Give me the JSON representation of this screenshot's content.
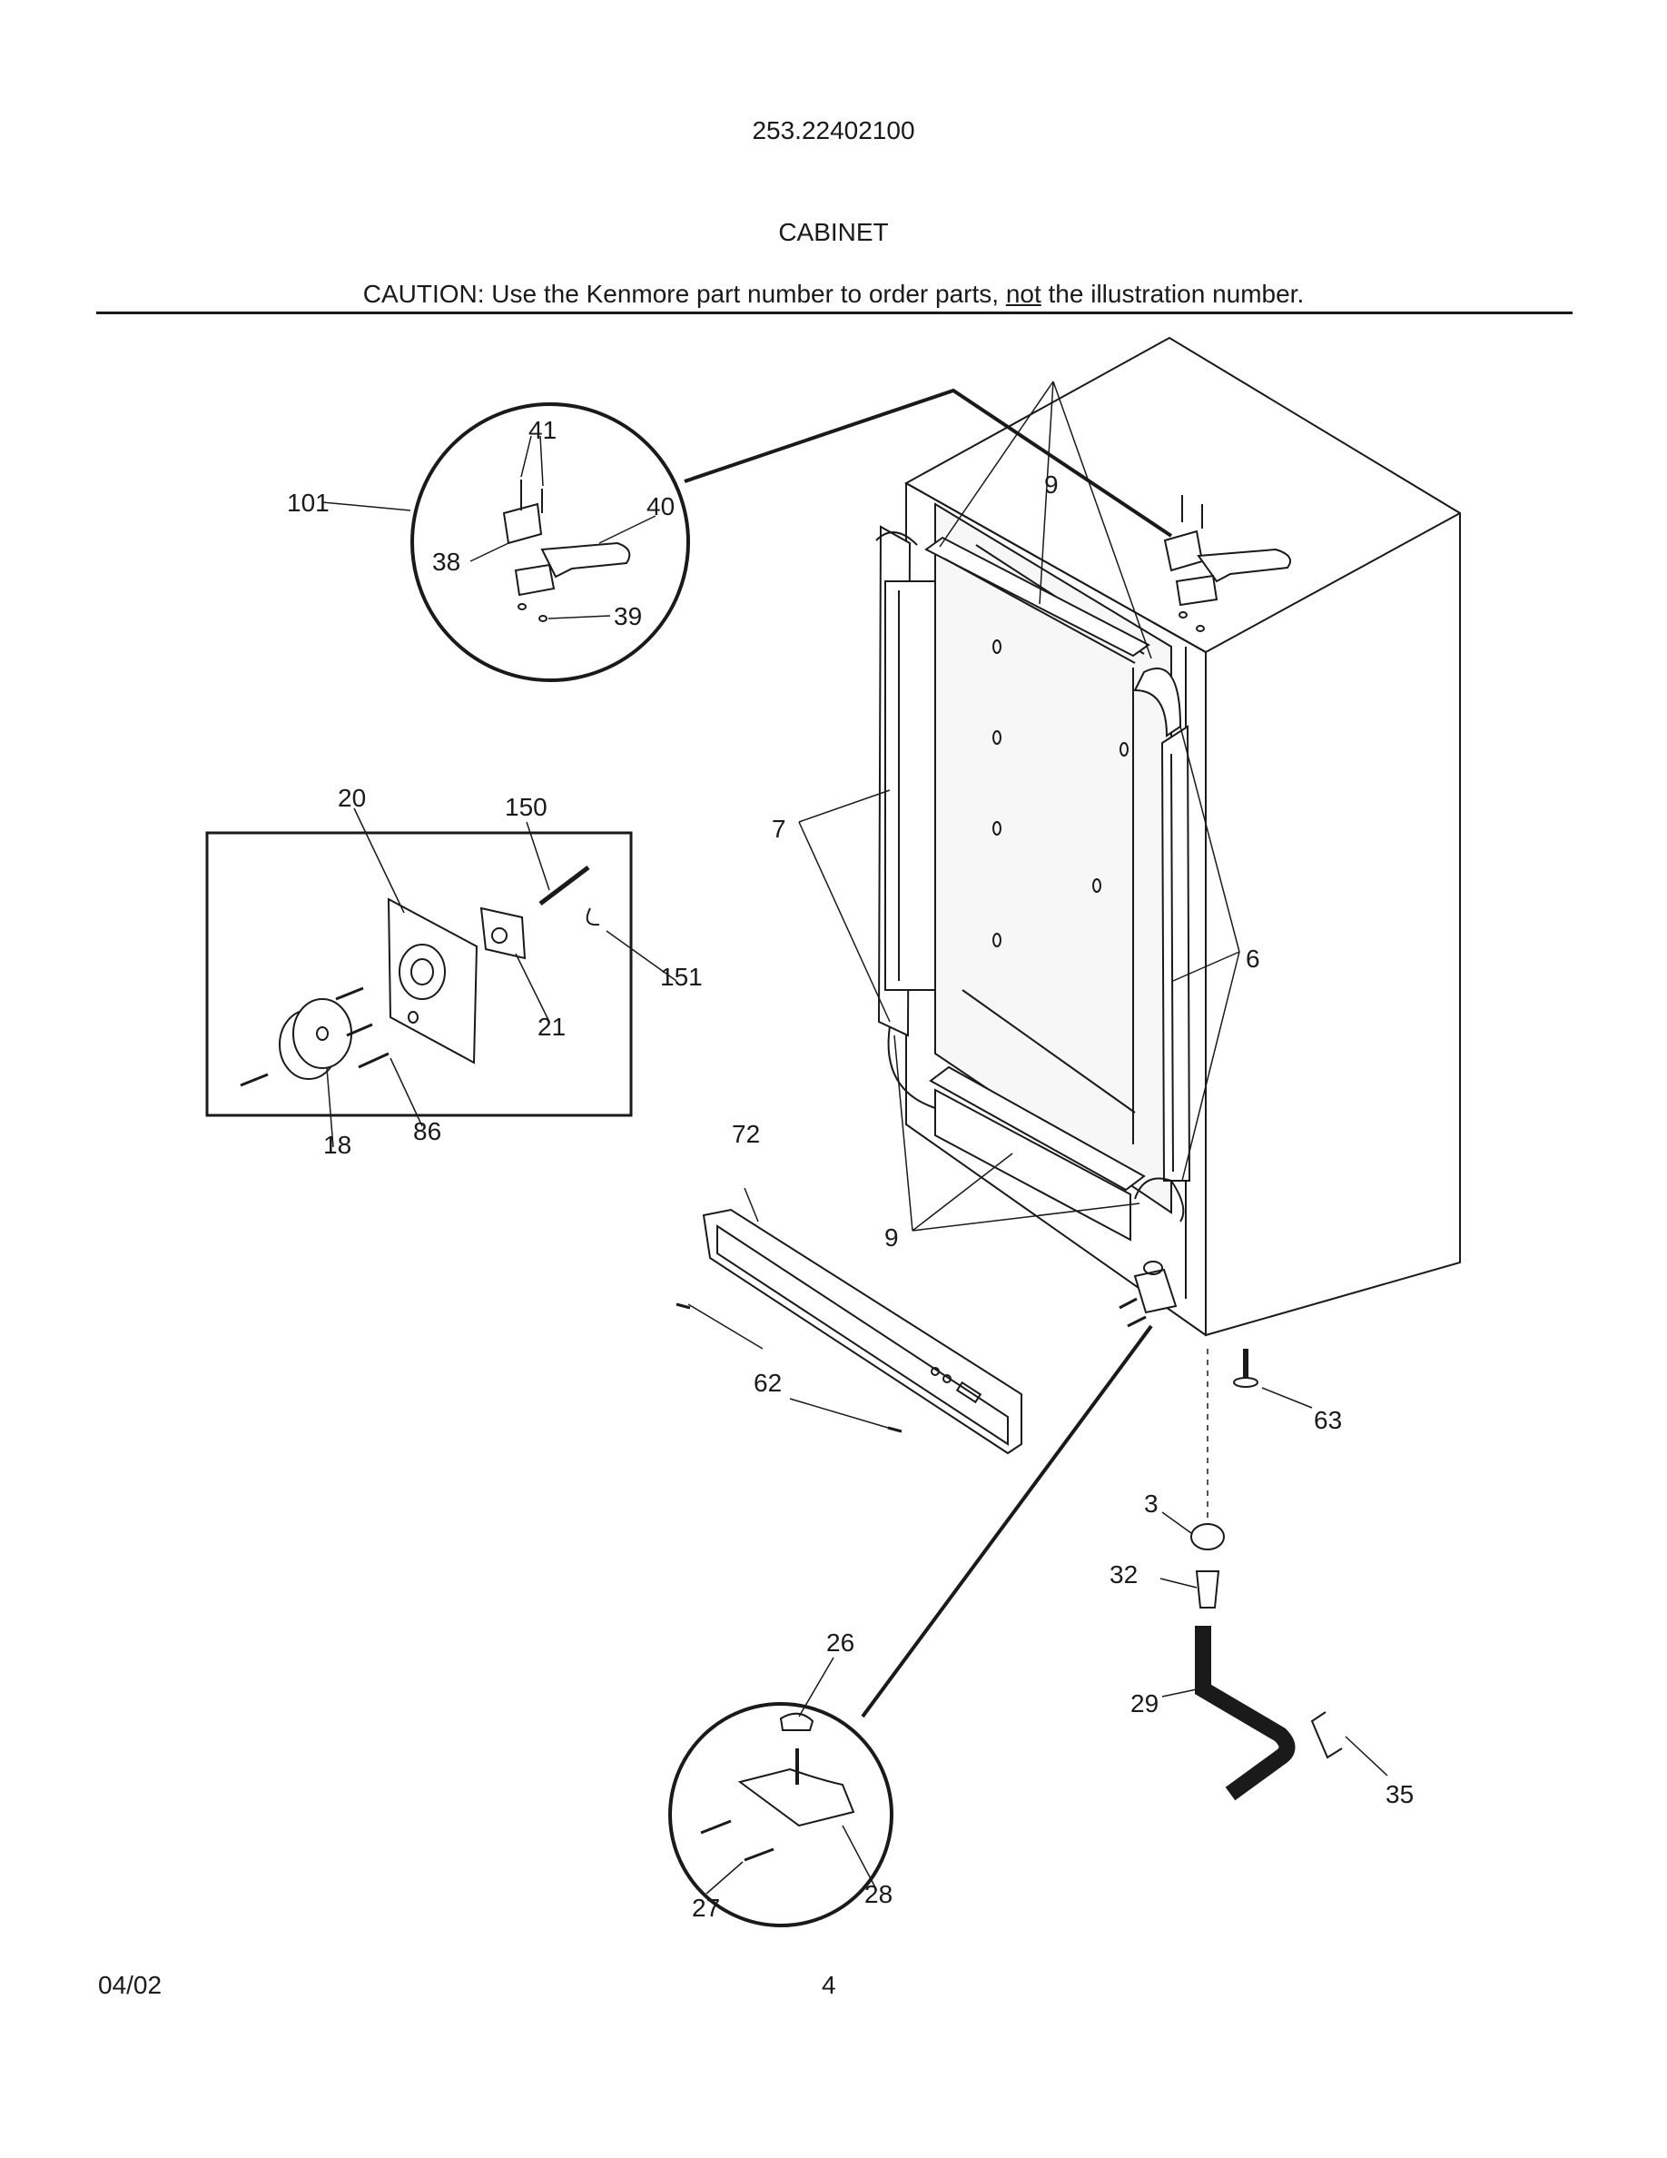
{
  "header": {
    "model_number": "253.22402100",
    "section_title": "CABINET",
    "caution_pre": "CAUTION: Use the Kenmore part number to order parts, ",
    "caution_not": "not",
    "caution_post": " the illustration number."
  },
  "footer": {
    "date": "04/02",
    "page_number": "4"
  },
  "callouts": {
    "c41": "41",
    "c101": "101",
    "c40": "40",
    "c38": "38",
    "c39": "39",
    "c9a": "9",
    "c20": "20",
    "c150": "150",
    "c7": "7",
    "c151": "151",
    "c21": "21",
    "c6": "6",
    "c18": "18",
    "c86": "86",
    "c72": "72",
    "c9b": "9",
    "c62": "62",
    "c63": "63",
    "c3": "3",
    "c32": "32",
    "c26": "26",
    "c29": "29",
    "c35": "35",
    "c27": "27",
    "c28": "28"
  }
}
